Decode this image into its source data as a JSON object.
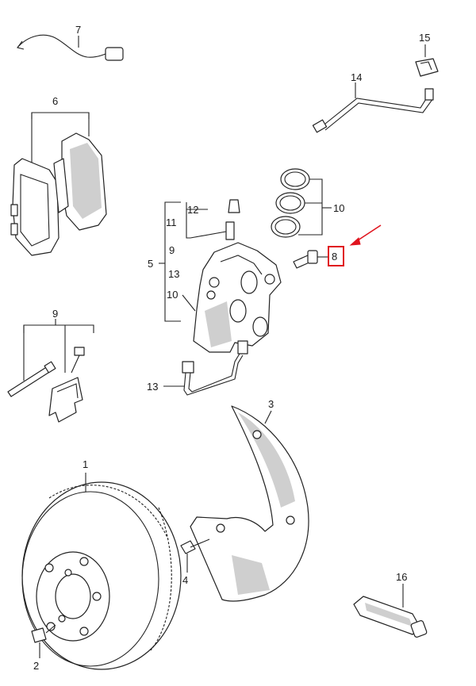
{
  "diagram": {
    "labels": {
      "l1": "1",
      "l2": "2",
      "l3": "3",
      "l4": "4",
      "l5": "5",
      "l6": "6",
      "l7": "7",
      "l8": "8",
      "l9a": "9",
      "l9b": "9",
      "l10a": "10",
      "l10b": "10",
      "l11": "11",
      "l12": "12",
      "l13a": "13",
      "l13b": "13",
      "l14": "14",
      "l15": "15",
      "l16": "16"
    },
    "highlight": {
      "label": "8",
      "color": "#e0141e"
    },
    "arrow_color": "#e0141e"
  }
}
